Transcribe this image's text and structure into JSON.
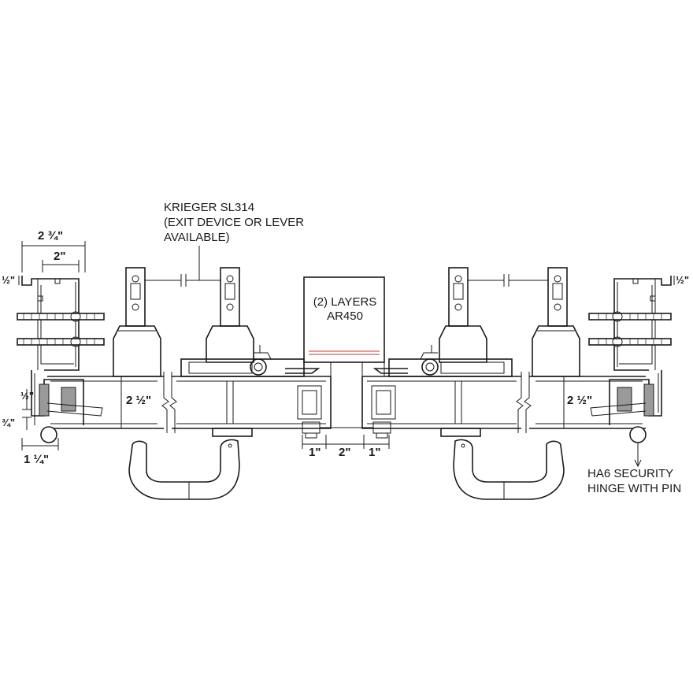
{
  "notes": {
    "lock_line1": "KRIEGER SL314",
    "lock_line2": "(EXIT DEVICE OR LEVER",
    "lock_line3": "AVAILABLE)",
    "armor_line1": "(2) LAYERS",
    "armor_line2": "AR450",
    "hinge_line1": "HA6 SECURITY",
    "hinge_line2": "HINGE WITH PIN"
  },
  "dimensions": {
    "frame_overall_width": "2 ¾\"",
    "frame_inner_width": "2\"",
    "left_top_lip": "½\"",
    "right_top_lip": "½\"",
    "left_door_thickness": "2 ½\"",
    "right_door_thickness": "2 ½\"",
    "left_hinge_half": "½\"",
    "left_hinge_three_quarter": "¾\"",
    "left_hinge_offset": "1 ¼\"",
    "astragal_left": "1\"",
    "astragal_center": "2\"",
    "astragal_right": "1\""
  },
  "colors": {
    "line": "#1a1a1a",
    "hinge_fill": "#9a9a9a",
    "armor_accent": "#c0392b"
  }
}
